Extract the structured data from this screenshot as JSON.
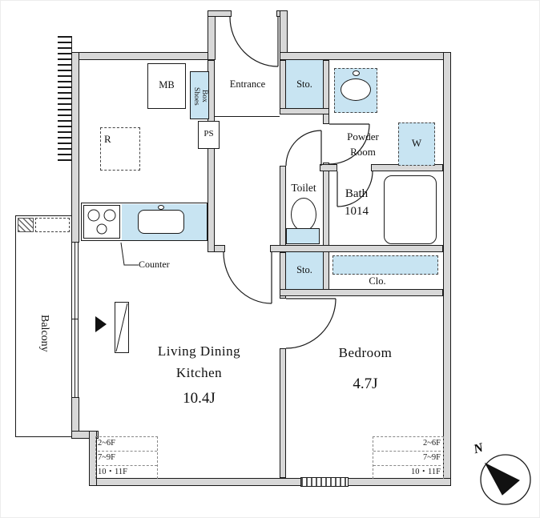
{
  "rooms": {
    "ldk": {
      "name_line1": "Living Dining",
      "name_line2": "Kitchen",
      "size": "10.4J"
    },
    "bedroom": {
      "name": "Bedroom",
      "size": "4.7J"
    },
    "balcony": {
      "name": "Balcony"
    },
    "entrance": {
      "name": "Entrance"
    },
    "powder_room": {
      "name_line1": "Powder",
      "name_line2": "Room"
    },
    "toilet": {
      "name": "Toilet"
    },
    "bath": {
      "name": "Bath",
      "size": "1014"
    }
  },
  "storage": {
    "shoes_box_line1": "Shoes",
    "shoes_box_line2": "Box",
    "sto_top": "Sto.",
    "sto_mid": "Sto.",
    "closet": "Clo."
  },
  "labels": {
    "mb": "MB",
    "ps": "PS",
    "fridge": "R",
    "counter": "Counter",
    "washer": "W"
  },
  "floor_notes": {
    "left": [
      "2~6F",
      "7~9F",
      "10・11F"
    ],
    "right": [
      "2~6F",
      "7~9F",
      "10・11F"
    ]
  },
  "compass": {
    "north": "N"
  },
  "colors": {
    "wall_fill": "#d8d8d8",
    "fixture_blue": "#c8e4f2",
    "line": "#1a1a1a"
  }
}
